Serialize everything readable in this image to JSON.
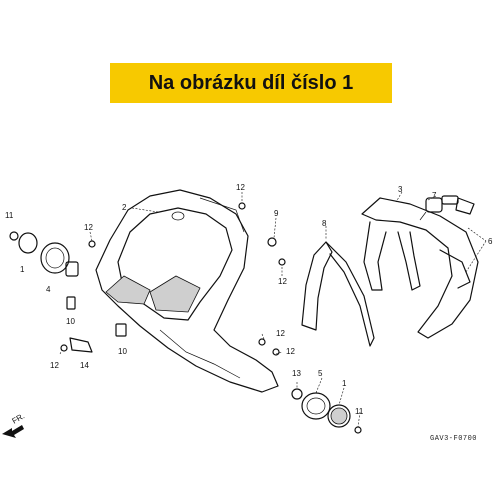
{
  "banner": {
    "text": "Na obrázku díl číslo 1"
  },
  "diagram": {
    "code": "GAV3-F0700",
    "front_label": "FR.",
    "callouts": [
      "1",
      "1",
      "2",
      "3",
      "4",
      "5",
      "6",
      "7",
      "8",
      "9",
      "10",
      "10",
      "11",
      "11",
      "12",
      "12",
      "12",
      "12",
      "12",
      "12",
      "13",
      "14"
    ]
  },
  "colors": {
    "banner_bg": "#f7c900",
    "ink": "#111111"
  }
}
